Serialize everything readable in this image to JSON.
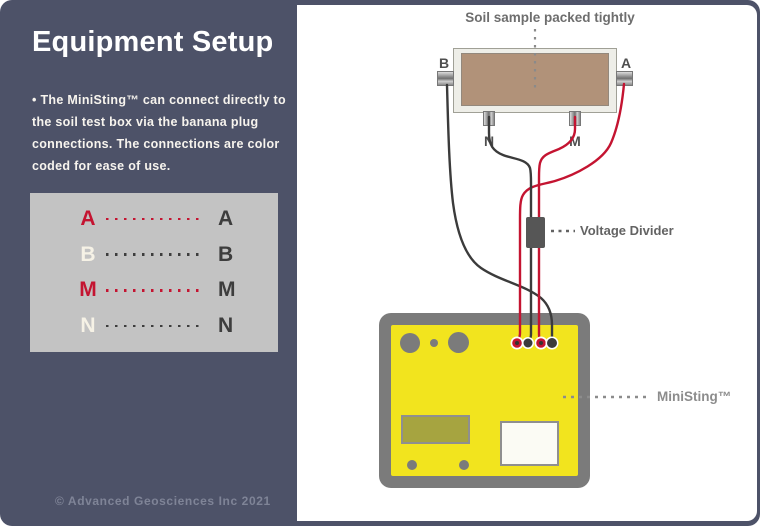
{
  "colors": {
    "bg-slate": "#4d5268",
    "accent-red": "#c41431",
    "wire-dark": "#3b3b3b",
    "legend-bg": "#c3c3c3",
    "legend-dark": "#3d3d3d",
    "legend-light": "#f6f2e6",
    "soil-brown": "#b19279",
    "box-frame": "#eeeee8",
    "device-frame": "#7b7b7b",
    "device-yellow": "#f2e41e",
    "lcd-olive": "#a6a440",
    "label-gray": "#636363",
    "ministing-label-gray": "#8c8c8c",
    "block-gray": "#565656",
    "copyright-gray": "#7f8497",
    "leader-gray": "#8a8a8a"
  },
  "sidebar": {
    "title": "Equipment Setup",
    "paragraph_lines": [
      "• The MiniSting™ can connect directly to",
      "the soil test box via the banana plug",
      "connections. The connections are color",
      "coded for ease of use."
    ],
    "legend": {
      "rows": [
        {
          "left": "A",
          "right": "A",
          "variant": "red"
        },
        {
          "left": "B",
          "right": "B",
          "variant": "light"
        },
        {
          "left": "M",
          "right": "M",
          "variant": "red"
        },
        {
          "left": "N",
          "right": "N",
          "variant": "light"
        }
      ]
    },
    "copyright": "© Advanced Geosciences Inc 2021"
  },
  "diagram": {
    "soil_box_label": "Soil sample packed tightly",
    "electrode_labels": {
      "b": "B",
      "a": "A",
      "n": "N",
      "m": "M"
    },
    "voltage_divider_label": "Voltage Divider",
    "device_label": "MiniSting™"
  }
}
